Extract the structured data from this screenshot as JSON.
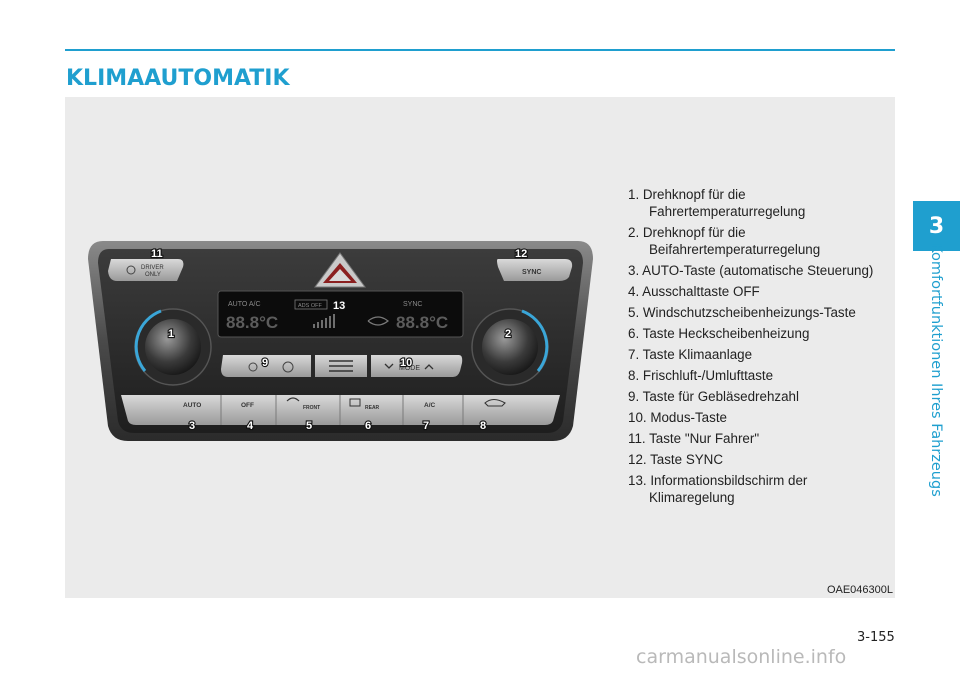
{
  "section": {
    "title": "KLIMAAUTOMATIK"
  },
  "figure": {
    "code": "OAE046300L",
    "panel": {
      "driver_only_line1": "DRIVER",
      "driver_only_line2": "ONLY",
      "sync": "SYNC",
      "display_auto_ac": "AUTO  A/C",
      "display_ados": "ADS OFF",
      "display_sync": "SYNC",
      "display_temp_left": "88.8°C",
      "display_temp_right": "88.8°C",
      "mode": "MODE",
      "btn_auto": "AUTO",
      "btn_off": "OFF",
      "btn_front": "FRONT",
      "btn_rear": "REAR",
      "btn_ac": "A/C"
    },
    "callouts": [
      "1",
      "2",
      "3",
      "4",
      "5",
      "6",
      "7",
      "8",
      "9",
      "10",
      "11",
      "12",
      "13"
    ],
    "legend": [
      "1. Drehknopf für die Fahrertemperaturregelung",
      "2. Drehknopf für die Beifahrertemperaturregelung",
      "3. AUTO-Taste (automatische Steuerung)",
      "4. Ausschalttaste OFF",
      "5. Windschutzscheibenheizungs-Taste",
      "6. Taste Heckscheibenheizung",
      "7. Taste Klimaanlage",
      "8. Frischluft-/Umlufttaste",
      "9. Taste für Gebläsedrehzahl",
      "10. Modus-Taste",
      "11. Taste \"Nur Fahrer\"",
      "12. Taste SYNC",
      "13. Informationsbildschirm der Klimaregelung"
    ]
  },
  "sidebar": {
    "chapter_number": "3",
    "chapter_title": "Komfortfunktionen Ihres Fahrzeugs"
  },
  "footer": {
    "page_number": "3-155",
    "watermark": "carmanualsonline.info"
  },
  "colors": {
    "accent": "#1f9fcf",
    "figure_bg": "#ebebeb",
    "knob_ring": "#3aa6d8"
  }
}
